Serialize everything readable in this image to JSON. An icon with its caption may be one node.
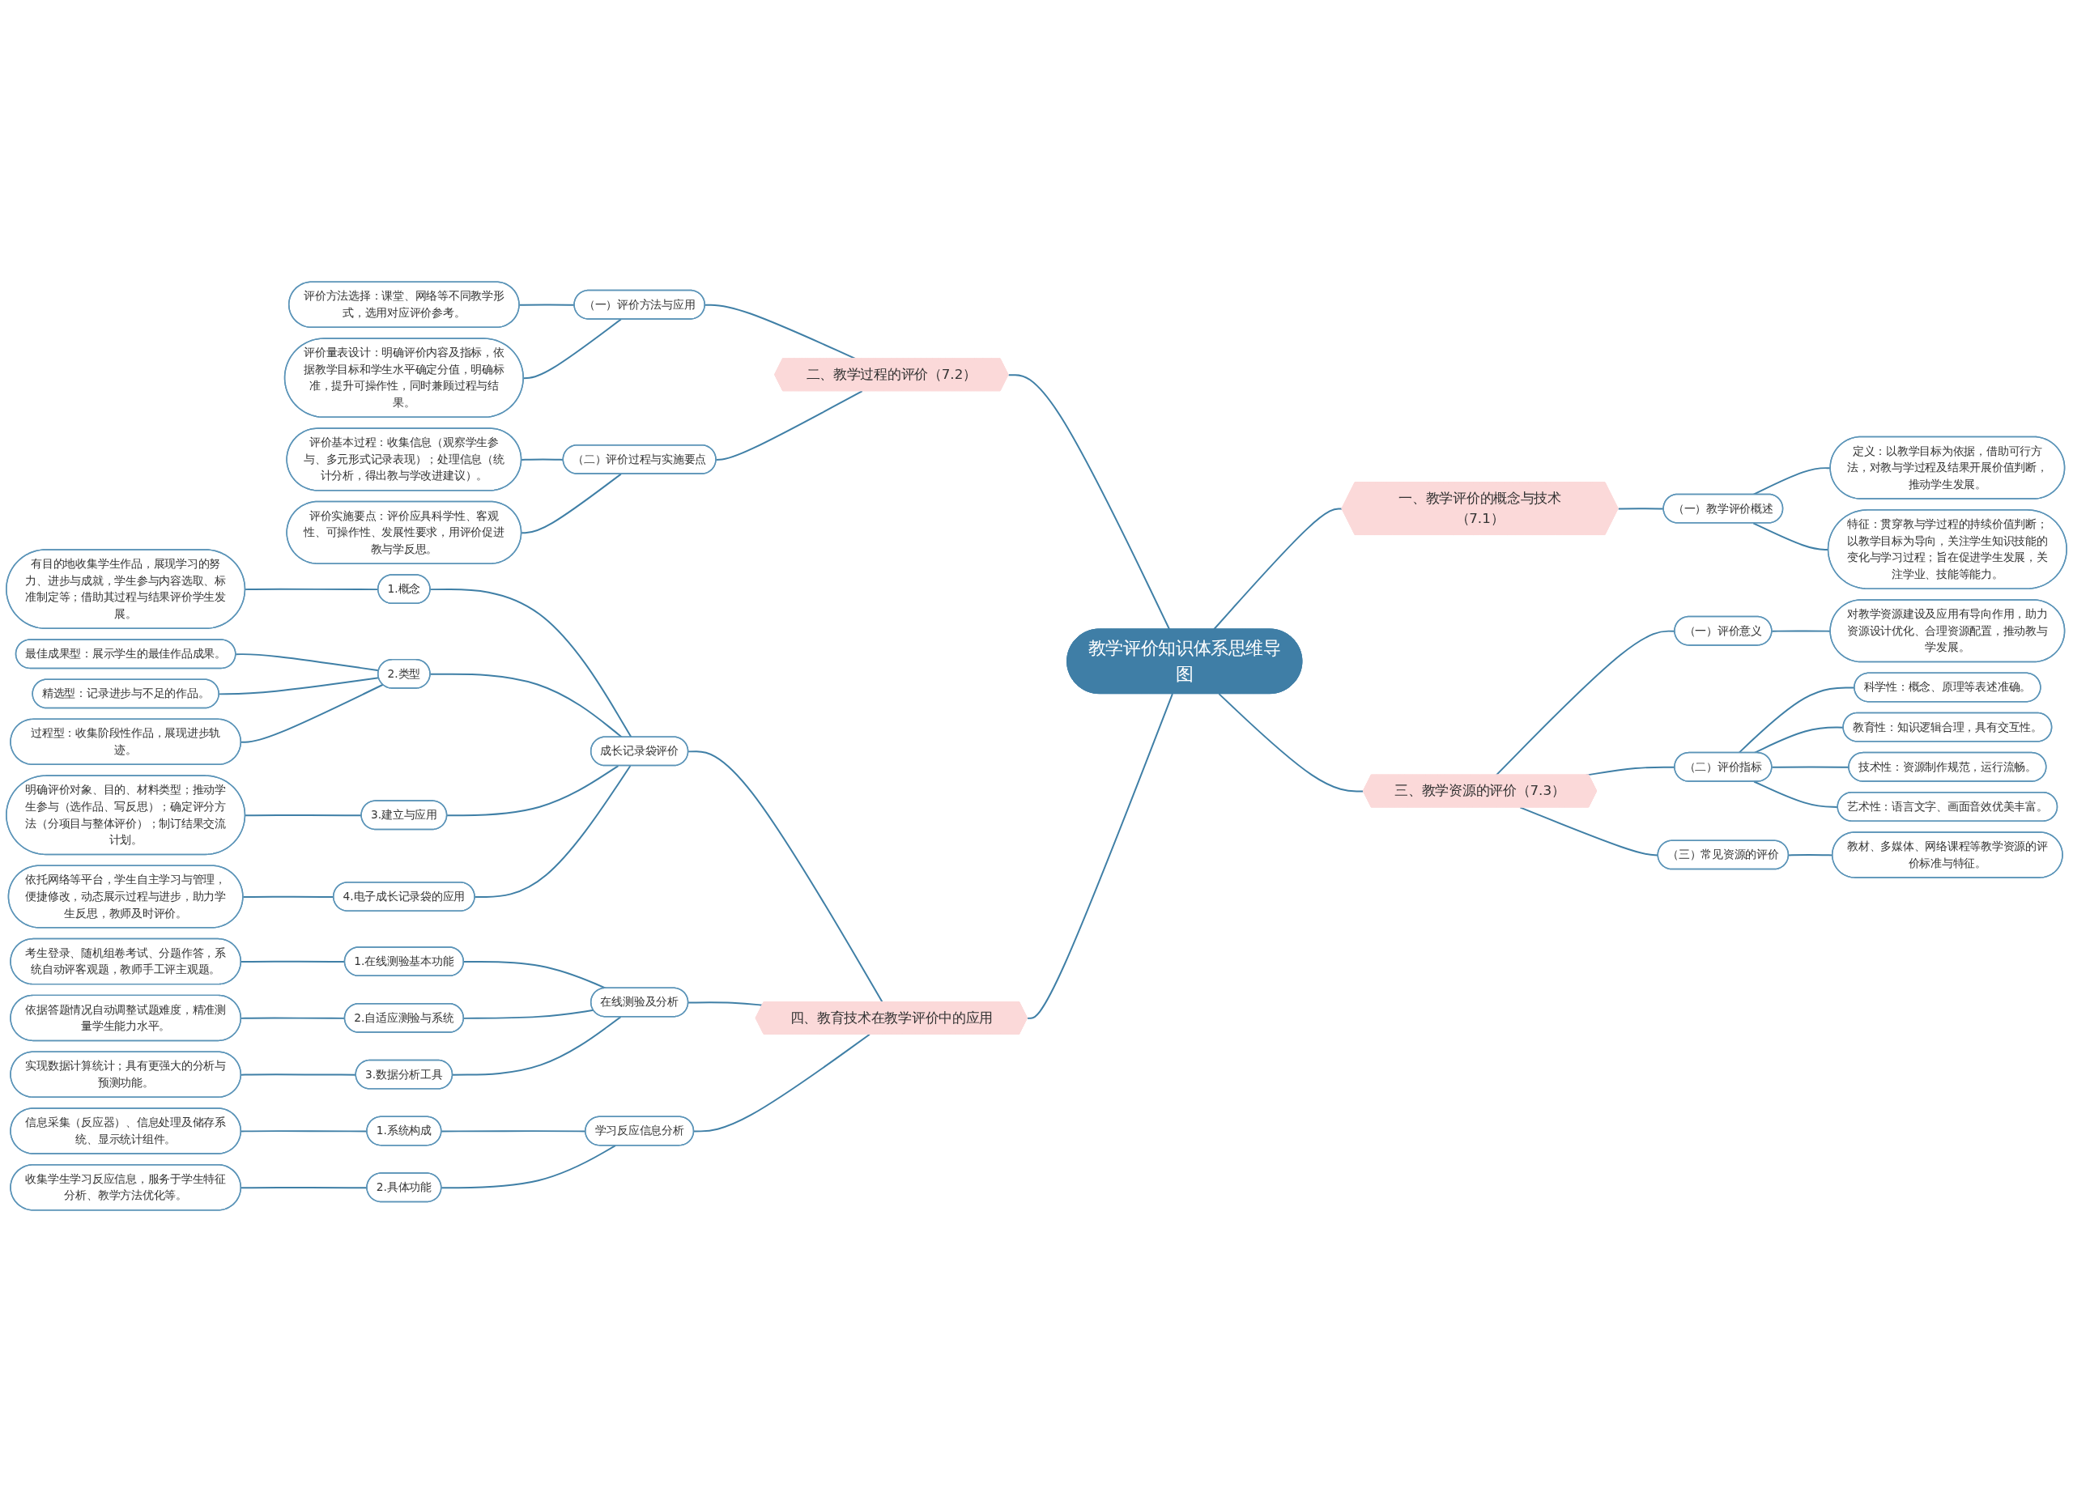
{
  "diagram": {
    "nodes": [
      {
        "text": [
          "教学评价知识体系思维导图"
        ]
      },
      {
        "text": [
          "一、教学评价的概念与技术（7.1）"
        ]
      },
      {
        "text": [
          "（一）教学评价概述"
        ]
      },
      {
        "text": [
          "定义：以教学目标为依据，借助可行方法，对教与学过程及结果开展价值判断，推动学生发展。"
        ]
      },
      {
        "text": [
          "特征：贯穿教与学过程的持续价值判断；以教学目标为导向，关注学生知识技能的变化与学习过程；旨在促进学生发展，关注学业、技能等能力。"
        ]
      },
      {
        "text": [
          "三、教学资源的评价（7.3）"
        ]
      },
      {
        "text": [
          "（一）评价意义"
        ]
      },
      {
        "text": [
          "对教学资源建设及应用有导向作用，助力资源设计优化、合理资源配置，推动教与学发展。"
        ]
      },
      {
        "text": [
          "（二）评价指标"
        ]
      },
      {
        "text": [
          "科学性：概念、原理等表述准确。"
        ]
      },
      {
        "text": [
          "教育性：知识逻辑合理，具有交互性。"
        ]
      },
      {
        "text": [
          "技术性：资源制作规范，运行流畅。"
        ]
      },
      {
        "text": [
          "艺术性：语言文字、画面音效优美丰富。"
        ]
      },
      {
        "text": [
          "（三）常见资源的评价"
        ]
      },
      {
        "text": [
          "教材、多媒体、网络课程等教学资源的评价标准与特征。"
        ]
      },
      {
        "text": [
          "二、教学过程的评价（7.2）"
        ]
      },
      {
        "text": [
          "（一）评价方法与应用"
        ]
      },
      {
        "text": [
          "评价方法选择：课堂、网络等不同教学形式，选用对应评价参考。"
        ]
      },
      {
        "text": [
          "评价量表设计：明确评价内容及指标，依据教学目标和学生水平确定分值，明确标准，提升可操作性，同时兼顾过程与结果。"
        ]
      },
      {
        "text": [
          "（二）评价过程与实施要点"
        ]
      },
      {
        "text": [
          "评价基本过程：收集信息（观察学生参与、多元形式记录表现）；处理信息（统计分析，得出教与学改进建议）。"
        ]
      },
      {
        "text": [
          "评价实施要点：评价应具科学性、客观性、可操作性、发展性要求，用评价促进教与学反思。"
        ]
      },
      {
        "text": [
          "四、教育技术在教学评价中的应用"
        ]
      },
      {
        "text": [
          "成长记录袋评价"
        ]
      },
      {
        "text": [
          "1.概念"
        ]
      },
      {
        "text": [
          "有目的地收集学生作品，展现学习的努力、进步与成就，学生参与内容选取、标准制定等；借助其过程与结果评价学生发展。"
        ]
      },
      {
        "text": [
          "2.类型"
        ]
      },
      {
        "text": [
          "最佳成果型：展示学生的最佳作品成果。"
        ]
      },
      {
        "text": [
          "精选型：记录进步与不足的作品。"
        ]
      },
      {
        "text": [
          "过程型：收集阶段性作品，展现进步轨迹。"
        ]
      },
      {
        "text": [
          "3.建立与应用"
        ]
      },
      {
        "text": [
          "明确评价对象、目的、材料类型；推动学生参与（选作品、写反思）；确定评分方法（分项目与整体评价）；制订结果交流计划。"
        ]
      },
      {
        "text": [
          "4.电子成长记录袋的应用"
        ]
      },
      {
        "text": [
          "依托网络等平台，学生自主学习与管理，便捷修改，动态展示过程与进步，助力学生反思，教师及时评价。"
        ]
      },
      {
        "text": [
          "在线测验及分析"
        ]
      },
      {
        "text": [
          "1.在线测验基本功能"
        ]
      },
      {
        "text": [
          "考生登录、随机组卷考试、分题作答，系统自动评客观题，教师手工评主观题。"
        ]
      },
      {
        "text": [
          "2.自适应测验与系统"
        ]
      },
      {
        "text": [
          "依据答题情况自动调整试题难度，精准测量学生能力水平。"
        ]
      },
      {
        "text": [
          "3.数据分析工具"
        ]
      },
      {
        "text": [
          "实现数据计算统计；具有更强大的分析与预测功能。"
        ]
      },
      {
        "text": [
          "学习反应信息分析"
        ]
      },
      {
        "text": [
          "1.系统构成"
        ]
      },
      {
        "text": [
          "信息采集（反应器）、信息处理及储存系统、显示统计组件。"
        ]
      },
      {
        "text": [
          "2.具体功能"
        ]
      },
      {
        "text": [
          "收集学生学习反应信息，服务于学生特征分析、教学方法优化等。"
        ]
      }
    ],
    "edges": [
      {
        "from": 0,
        "to": 1,
        "arrow": "none"
      },
      {
        "from": 1,
        "to": 2,
        "arrow": "none"
      },
      {
        "from": 2,
        "to": 3,
        "arrow": "none"
      },
      {
        "from": 2,
        "to": 4,
        "arrow": "none"
      },
      {
        "from": 0,
        "to": 5,
        "arrow": "none"
      },
      {
        "from": 5,
        "to": 6,
        "arrow": "none"
      },
      {
        "from": 6,
        "to": 7,
        "arrow": "none"
      },
      {
        "from": 5,
        "to": 8,
        "arrow": "none"
      },
      {
        "from": 8,
        "to": 9,
        "arrow": "none"
      },
      {
        "from": 8,
        "to": 10,
        "arrow": "none"
      },
      {
        "from": 8,
        "to": 11,
        "arrow": "none"
      },
      {
        "from": 8,
        "to": 12,
        "arrow": "none"
      },
      {
        "from": 5,
        "to": 13,
        "arrow": "none"
      },
      {
        "from": 13,
        "to": 14,
        "arrow": "none"
      },
      {
        "from": 0,
        "to": 15,
        "arrow": "none"
      },
      {
        "from": 15,
        "to": 16,
        "arrow": "none"
      },
      {
        "from": 16,
        "to": 17,
        "arrow": "none"
      },
      {
        "from": 16,
        "to": 18,
        "arrow": "none"
      },
      {
        "from": 15,
        "to": 19,
        "arrow": "none"
      },
      {
        "from": 19,
        "to": 20,
        "arrow": "none"
      },
      {
        "from": 19,
        "to": 21,
        "arrow": "none"
      },
      {
        "from": 0,
        "to": 22,
        "arrow": "none"
      },
      {
        "from": 22,
        "to": 23,
        "arrow": "none"
      },
      {
        "from": 23,
        "to": 24,
        "arrow": "none"
      },
      {
        "from": 24,
        "to": 25,
        "arrow": "none"
      },
      {
        "from": 23,
        "to": 26,
        "arrow": "none"
      },
      {
        "from": 26,
        "to": 27,
        "arrow": "none"
      },
      {
        "from": 26,
        "to": 28,
        "arrow": "none"
      },
      {
        "from": 26,
        "to": 29,
        "arrow": "none"
      },
      {
        "from": 23,
        "to": 30,
        "arrow": "none"
      },
      {
        "from": 30,
        "to": 31,
        "arrow": "none"
      },
      {
        "from": 23,
        "to": 32,
        "arrow": "none"
      },
      {
        "from": 32,
        "to": 33,
        "arrow": "none"
      },
      {
        "from": 22,
        "to": 34,
        "arrow": "none"
      },
      {
        "from": 34,
        "to": 35,
        "arrow": "none"
      },
      {
        "from": 35,
        "to": 36,
        "arrow": "none"
      },
      {
        "from": 34,
        "to": 37,
        "arrow": "none"
      },
      {
        "from": 37,
        "to": 38,
        "arrow": "none"
      },
      {
        "from": 34,
        "to": 39,
        "arrow": "none"
      },
      {
        "from": 39,
        "to": 40,
        "arrow": "none"
      },
      {
        "from": 22,
        "to": 41,
        "arrow": "none"
      },
      {
        "from": 41,
        "to": 42,
        "arrow": "none"
      },
      {
        "from": 42,
        "to": 43,
        "arrow": "none"
      },
      {
        "from": 41,
        "to": 44,
        "arrow": "none"
      },
      {
        "from": 44,
        "to": 45,
        "arrow": "none"
      }
    ]
  }
}
